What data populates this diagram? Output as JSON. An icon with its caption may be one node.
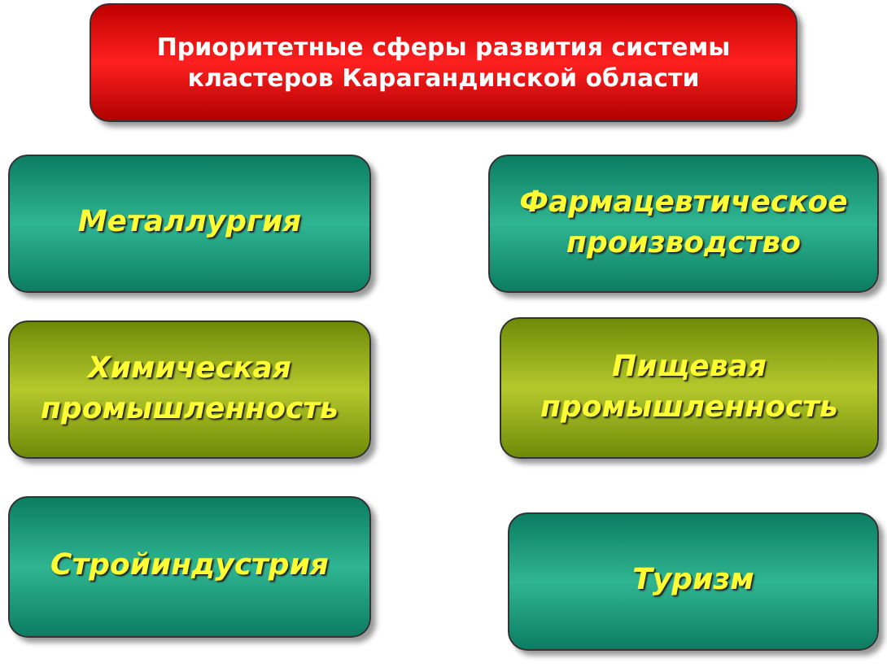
{
  "diagram": {
    "nodes": [
      {
        "text": [
          "Приоритетные сферы развития системы кластеров Карагандинской области"
        ]
      },
      {
        "text": [
          "Металлургия"
        ]
      },
      {
        "text": [
          "Фармацевтическое производство"
        ]
      },
      {
        "text": [
          "Химическая промышленность"
        ]
      },
      {
        "text": [
          "Пищевая промышленность"
        ]
      },
      {
        "text": [
          "Стройиндустрия"
        ]
      },
      {
        "text": [
          "Туризм"
        ]
      }
    ]
  }
}
